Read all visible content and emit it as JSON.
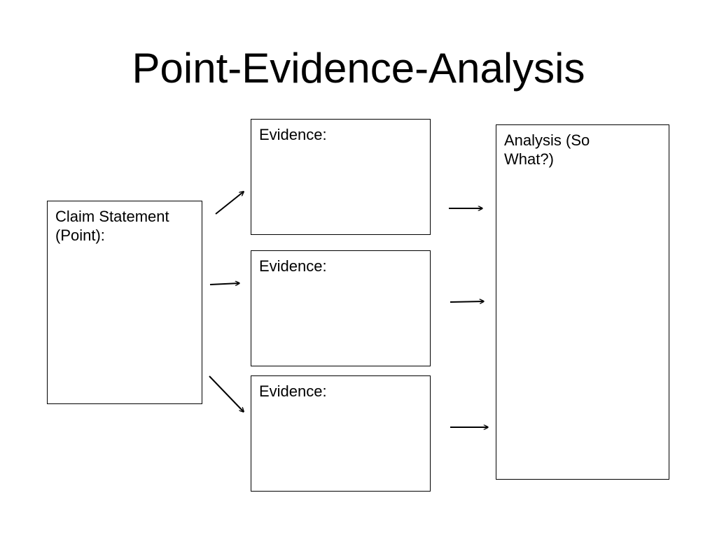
{
  "slide": {
    "title": "Point-Evidence-Analysis"
  },
  "boxes": {
    "claim": {
      "label": "Claim Statement (Point):"
    },
    "evidence": [
      {
        "label": "Evidence:"
      },
      {
        "label": "Evidence:"
      },
      {
        "label": "Evidence:"
      }
    ],
    "analysis": {
      "label": "Analysis (So What?)"
    }
  },
  "colors": {
    "stroke": "#000000",
    "background": "#ffffff"
  }
}
